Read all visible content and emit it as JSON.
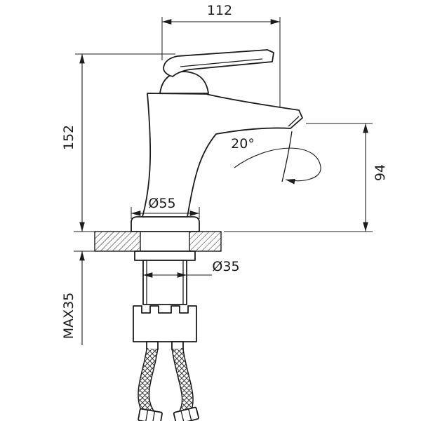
{
  "drawing": {
    "background": "#ffffff",
    "line_color": "#1c1c1c",
    "labels": {
      "width_top": "112",
      "height_left": "152",
      "height_right": "94",
      "angle": "20°",
      "base_diameter": "Ø55",
      "shank_diameter": "Ø35",
      "max_thickness": "MAX35"
    }
  }
}
